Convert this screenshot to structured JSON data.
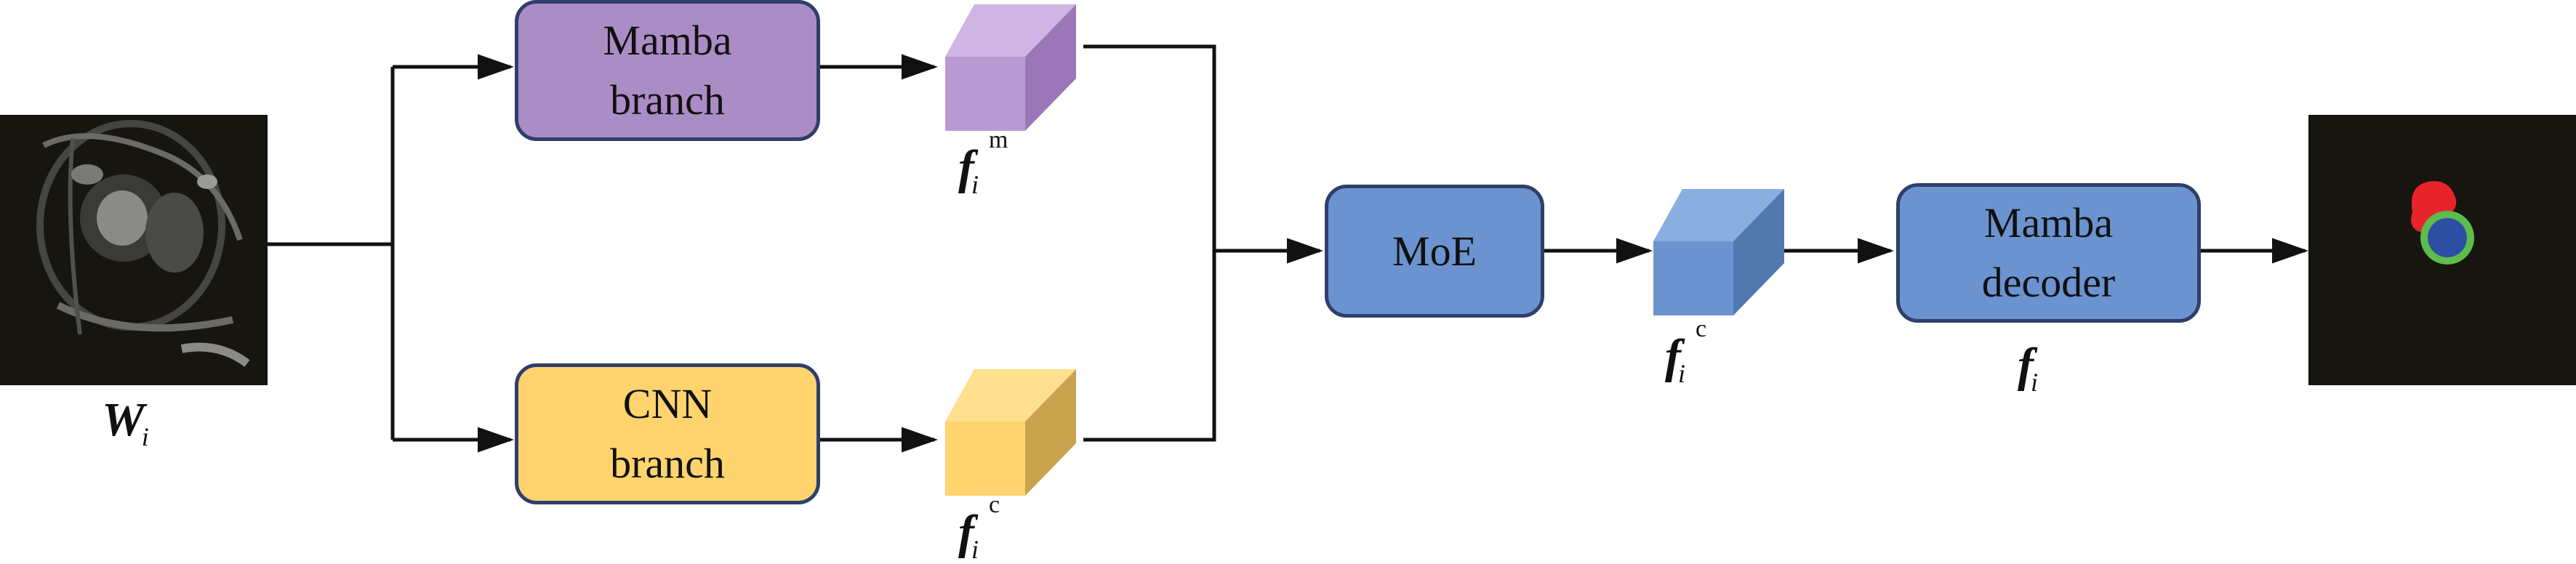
{
  "blocks": {
    "mamba_branch": "Mamba\nbranch",
    "cnn_branch": "CNN\nbranch",
    "moe": "MoE",
    "mamba_decoder": "Mamba\ndecoder"
  },
  "labels": {
    "input": {
      "main": "W",
      "sub": "i"
    },
    "mamba_feature": {
      "main": "f",
      "sub": "i",
      "sup": "m"
    },
    "cnn_feature": {
      "main": "f",
      "sub": "i",
      "sup": "c"
    },
    "fused_feature": {
      "main": "f",
      "sub": "i",
      "sup": "c"
    },
    "decoder_feature": {
      "main": "f",
      "sub": "i"
    }
  },
  "colors": {
    "mamba": "#ab8dc6",
    "cnn": "#ffd36e",
    "moe": "#6b93cf",
    "border": "#2f3f6b",
    "background_image": "#17150f",
    "seg_red": "#e8242b",
    "seg_green": "#5cbc4c",
    "seg_blue": "#2d4fa3"
  }
}
